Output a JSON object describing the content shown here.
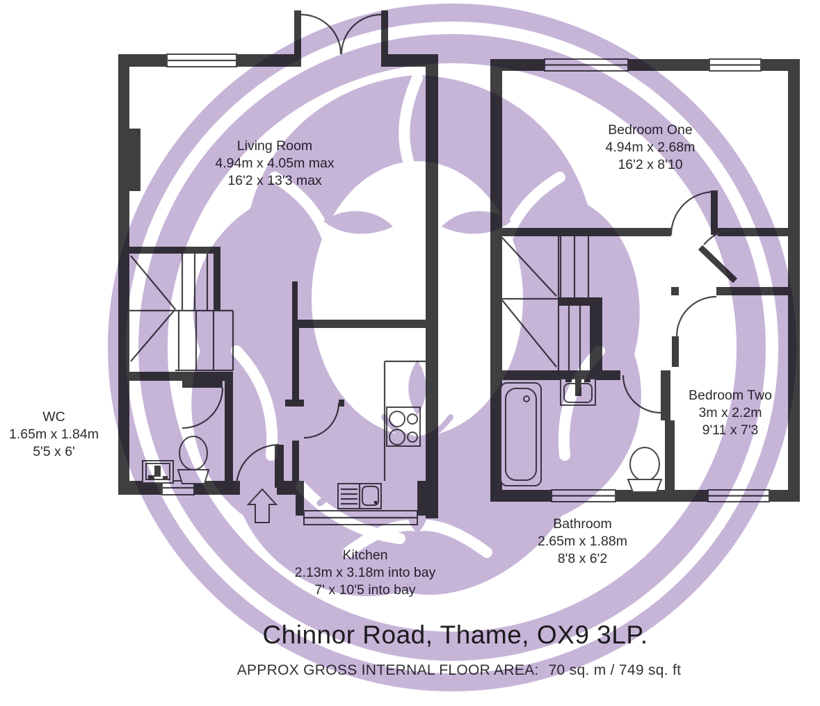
{
  "page": {
    "title": "Chinnor Road, Thame, OX9 3LP.",
    "area_label": "APPROX GROSS INTERNAL FLOOR AREA:",
    "area_value": "70 sq. m  / 749 sq. ft"
  },
  "rooms": [
    {
      "id": "living-room",
      "name": "Living Room",
      "dim_metric": "4.94m x 4.05m max",
      "dim_imperial": "16'2 x 13'3 max"
    },
    {
      "id": "bedroom-one",
      "name": "Bedroom One",
      "dim_metric": "4.94m x 2.68m",
      "dim_imperial": "16'2 x 8'10"
    },
    {
      "id": "wc",
      "name": "WC",
      "dim_metric": "1.65m x 1.84m",
      "dim_imperial": "5'5 x 6'"
    },
    {
      "id": "bedroom-two",
      "name": "Bedroom Two",
      "dim_metric": "3m x 2.2m",
      "dim_imperial": "9'11 x 7'3"
    },
    {
      "id": "kitchen",
      "name": "Kitchen",
      "dim_metric": "2.13m x 3.18m into bay",
      "dim_imperial": "7' x 10'5 into bay"
    },
    {
      "id": "bathroom",
      "name": "Bathroom",
      "dim_metric": "2.65m x 1.88m",
      "dim_imperial": "8'8 x 6'2"
    }
  ],
  "watermark": {
    "shape": "lion-in-circle",
    "color": "#c7b5d8"
  },
  "colors": {
    "wall": "#3f3f41",
    "text": "#2c2c30",
    "watermark_purple": "#c7b5d8"
  }
}
